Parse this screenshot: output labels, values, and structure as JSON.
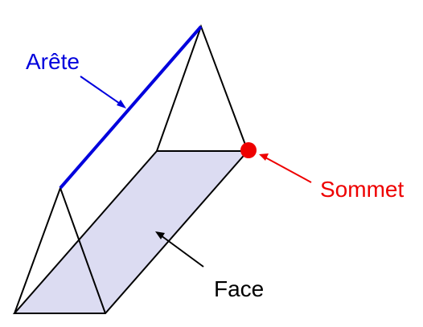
{
  "labels": {
    "edge": "Arête",
    "vertex": "Sommet",
    "face": "Face"
  },
  "colors": {
    "edge": "#0000dd",
    "vertex": "#ee0000",
    "face_label": "#000000",
    "face_fill": "#dcdcf2",
    "outline": "#000000"
  }
}
